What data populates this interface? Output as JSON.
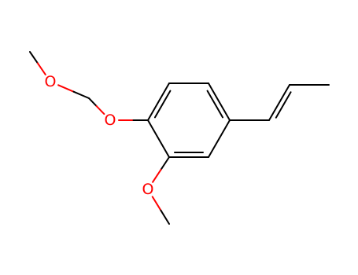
{
  "molecule": {
    "atoms": [
      {
        "id": "c_me1",
        "element": "C",
        "label": ""
      },
      {
        "id": "o1",
        "element": "O",
        "label": "O"
      },
      {
        "id": "c_ch2",
        "element": "C",
        "label": ""
      },
      {
        "id": "o2",
        "element": "O",
        "label": "O"
      },
      {
        "id": "c1",
        "element": "C",
        "label": ""
      },
      {
        "id": "c2",
        "element": "C",
        "label": ""
      },
      {
        "id": "c3",
        "element": "C",
        "label": ""
      },
      {
        "id": "c4",
        "element": "C",
        "label": ""
      },
      {
        "id": "c5",
        "element": "C",
        "label": ""
      },
      {
        "id": "c6",
        "element": "C",
        "label": ""
      },
      {
        "id": "o3",
        "element": "O",
        "label": "O"
      },
      {
        "id": "c_me2",
        "element": "C",
        "label": ""
      },
      {
        "id": "c_v1",
        "element": "C",
        "label": ""
      },
      {
        "id": "c_v2",
        "element": "C",
        "label": ""
      },
      {
        "id": "c_me3",
        "element": "C",
        "label": ""
      }
    ],
    "bonds": [
      {
        "from": "c_me1",
        "to": "o1",
        "order": 1
      },
      {
        "from": "o1",
        "to": "c_ch2",
        "order": 1
      },
      {
        "from": "c_ch2",
        "to": "o2",
        "order": 1
      },
      {
        "from": "o2",
        "to": "c1",
        "order": 1
      },
      {
        "from": "c1",
        "to": "c2",
        "order": 2
      },
      {
        "from": "c2",
        "to": "c3",
        "order": 1
      },
      {
        "from": "c3",
        "to": "c4",
        "order": 2
      },
      {
        "from": "c4",
        "to": "c5",
        "order": 1
      },
      {
        "from": "c5",
        "to": "c6",
        "order": 2
      },
      {
        "from": "c6",
        "to": "c1",
        "order": 1
      },
      {
        "from": "c6",
        "to": "o3",
        "order": 1
      },
      {
        "from": "o3",
        "to": "c_me2",
        "order": 1
      },
      {
        "from": "c4",
        "to": "c_v1",
        "order": 1
      },
      {
        "from": "c_v1",
        "to": "c_v2",
        "order": 2
      },
      {
        "from": "c_v2",
        "to": "c_me3",
        "order": 1
      }
    ]
  },
  "colors": {
    "bond": "#000000",
    "oxygen": "#ff0000",
    "background": "#ffffff"
  }
}
